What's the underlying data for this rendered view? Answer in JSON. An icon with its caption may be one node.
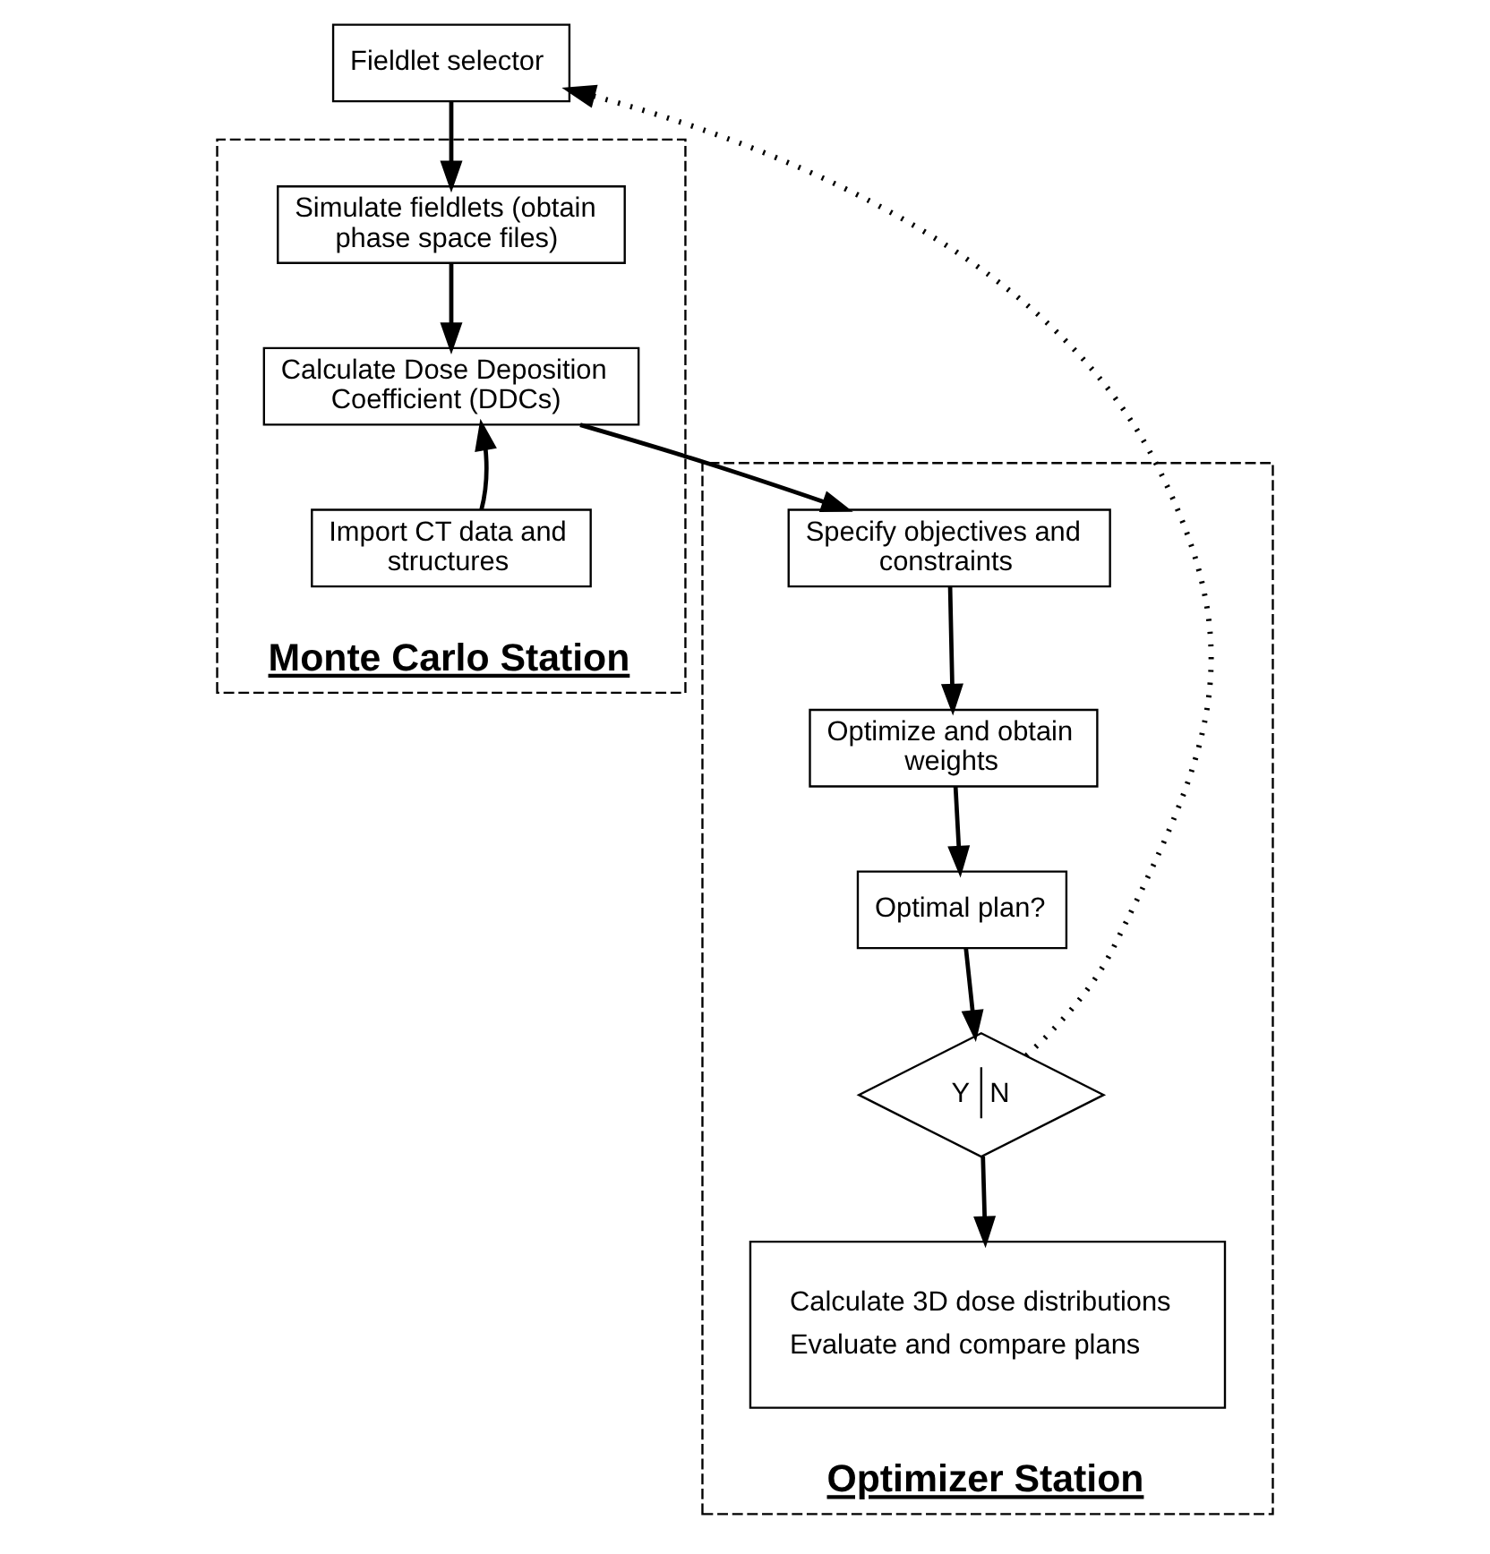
{
  "diagram": {
    "nodes": [
      {
        "text": [
          "Fieldlet selector"
        ]
      },
      {
        "text": [
          "Monte Carlo Station"
        ]
      },
      {
        "text": [
          "Simulate fieldlets (obtain phase space files)"
        ],
        "in": 1
      },
      {
        "text": [
          "Calculate Dose Deposition Coefficient (DDCs)"
        ],
        "in": 1
      },
      {
        "text": [
          "Import CT data and structures"
        ],
        "in": 1
      },
      {
        "text": [
          "Optimizer Station"
        ]
      },
      {
        "text": [
          "Specify objectives and constraints"
        ],
        "in": 5
      },
      {
        "text": [
          "Optimize and obtain weights"
        ],
        "in": 5
      },
      {
        "text": [
          "Optimal plan?"
        ],
        "in": 5
      },
      {
        "text": [
          "Y",
          "N"
        ],
        "in": 5
      },
      {
        "text": [
          "Calculate 3D dose distributions",
          "Evaluate and compare plans"
        ],
        "in": 5
      }
    ],
    "edges": [
      {
        "from": 0,
        "to": 2,
        "arrow": "to"
      },
      {
        "from": 2,
        "to": 3,
        "arrow": "to"
      },
      {
        "from": 4,
        "to": 3,
        "arrow": "to"
      },
      {
        "from": 3,
        "to": 6,
        "arrow": "to"
      },
      {
        "from": 6,
        "to": 7,
        "arrow": "to"
      },
      {
        "from": 7,
        "to": 8,
        "arrow": "to"
      },
      {
        "from": 8,
        "to": 9,
        "arrow": "to"
      },
      {
        "from": 9,
        "to": 10,
        "arrow": "to"
      },
      {
        "from": 9,
        "to": 0,
        "arrow": "to",
        "style": "dashed"
      }
    ]
  }
}
